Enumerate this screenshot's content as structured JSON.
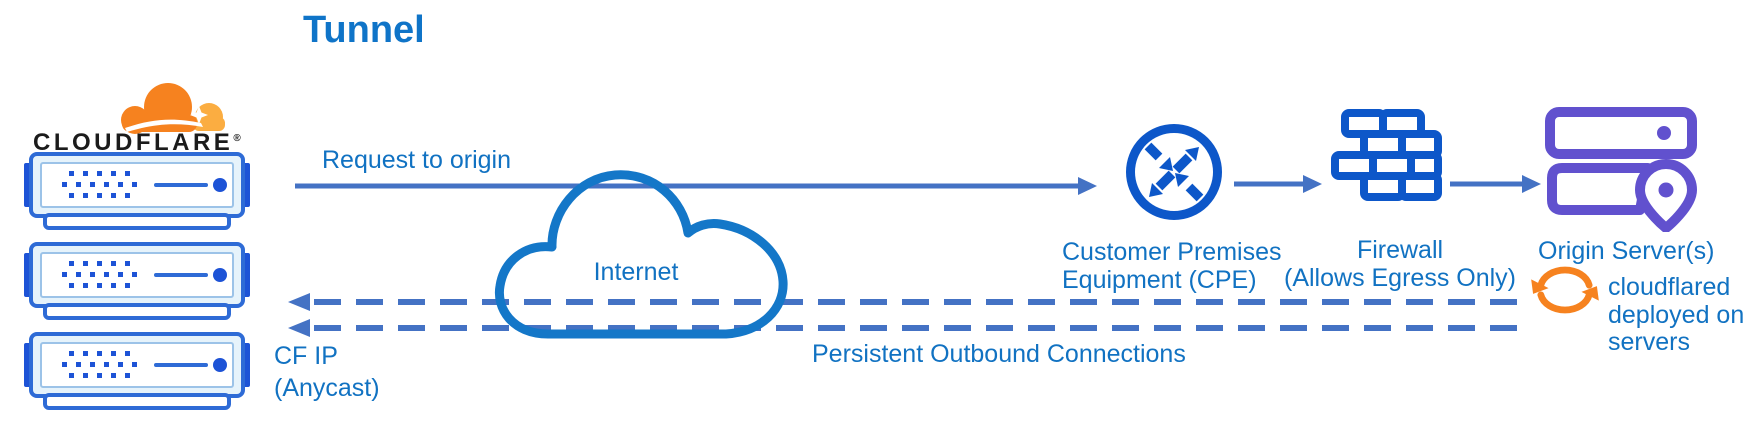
{
  "title": "Tunnel",
  "brand": {
    "wordmark": "CLOUDFLARE",
    "registered": "®"
  },
  "nodes": {
    "cloudflare_edge": {
      "label_ip_line1": "CF IP",
      "label_ip_line2": "(Anycast)"
    },
    "internet": {
      "label": "Internet"
    },
    "cpe": {
      "label_line1": "Customer Premises",
      "label_line2": "Equipment (CPE)"
    },
    "firewall": {
      "label_line1": "Firewall",
      "label_line2": "(Allows Egress Only)"
    },
    "origin": {
      "label": "Origin Server(s)"
    },
    "cloudflared": {
      "label": "cloudflared deployed on servers"
    }
  },
  "edges": {
    "request": {
      "label": "Request to origin",
      "style": "solid",
      "direction": "right"
    },
    "persistent": {
      "label": "Persistent Outbound Connections",
      "style": "dashed",
      "direction": "left"
    }
  },
  "colors": {
    "text_blue": "#1172C2",
    "line_blue": "#4472C4",
    "icon_blue": "#0D57C9",
    "cloud_outline_blue": "#1477C8",
    "server_outline_blue": "#2E6BD6",
    "server_accent_blue": "#1D53D6",
    "cloudflare_orange": "#F6821F",
    "cloudflare_orange_light": "#FBAD41",
    "origin_purple": "#6151CE"
  }
}
